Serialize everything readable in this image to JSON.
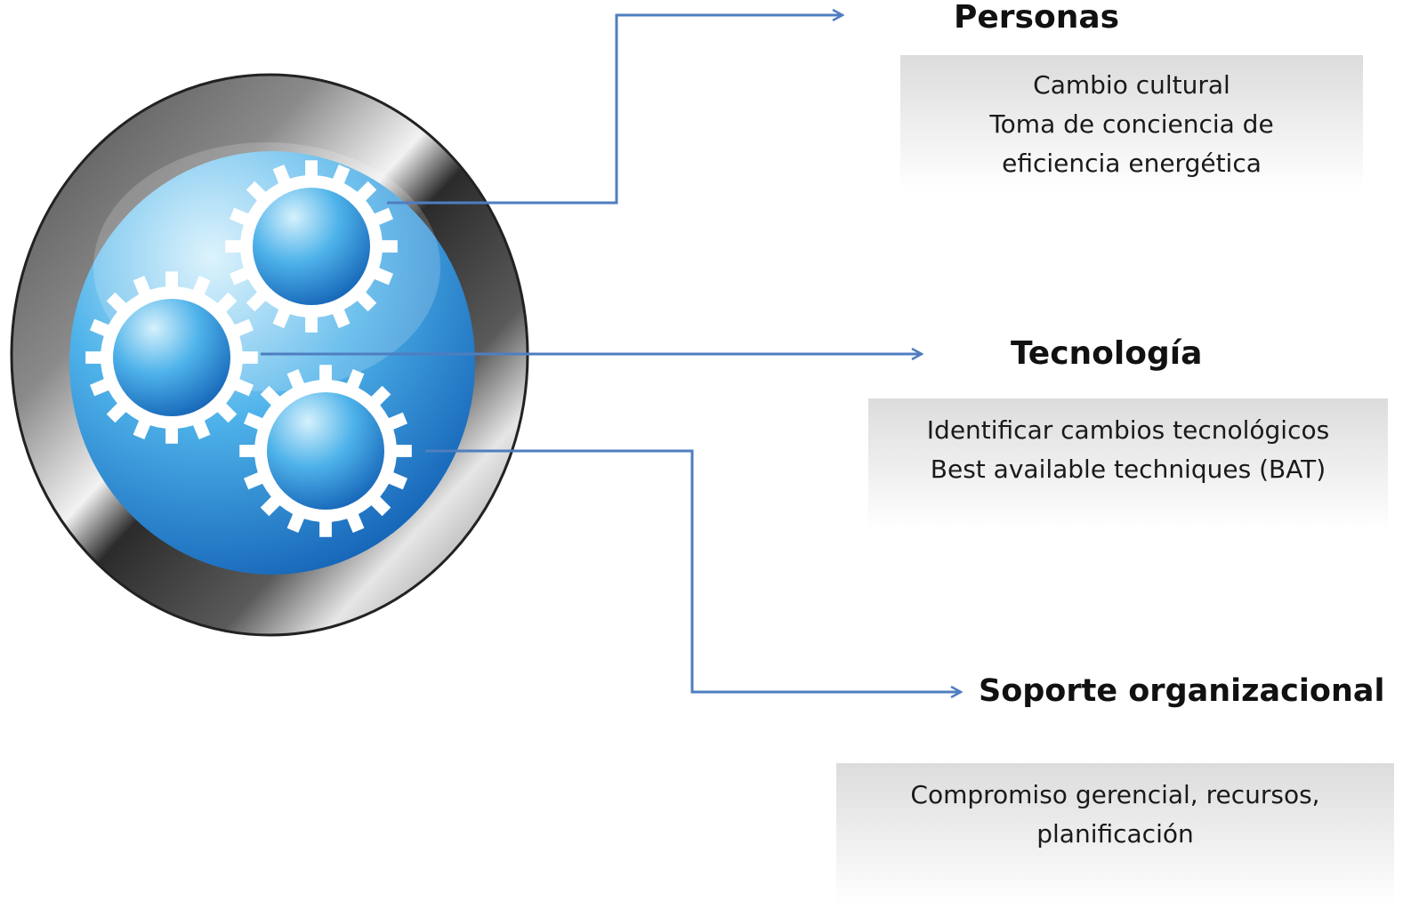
{
  "colors": {
    "connector": "#4f7ec0",
    "ring_dark": "#3a3a3a",
    "ring_light": "#9a9a9a",
    "lens_light": "#c9ecfb",
    "lens_mid": "#3fa7e6",
    "lens_dark": "#1463b8",
    "gear": "#ffffff",
    "box_top": "#dcdcdc",
    "box_bottom": "#ffffff"
  },
  "icons": [
    "gear-icon",
    "gear-icon",
    "gear-icon"
  ],
  "nodes": [
    {
      "title": "Personas",
      "lines": [
        "Cambio cultural",
        "Toma de conciencia de",
        "eficiencia energética"
      ]
    },
    {
      "title": "Tecnología",
      "lines": [
        "Identificar  cambios  tecnológicos",
        " Best available techniques (BAT)"
      ]
    },
    {
      "title": "Soporte organizacional",
      "lines": [
        "Compromiso  gerencial, recursos,",
        "planificación"
      ]
    }
  ]
}
